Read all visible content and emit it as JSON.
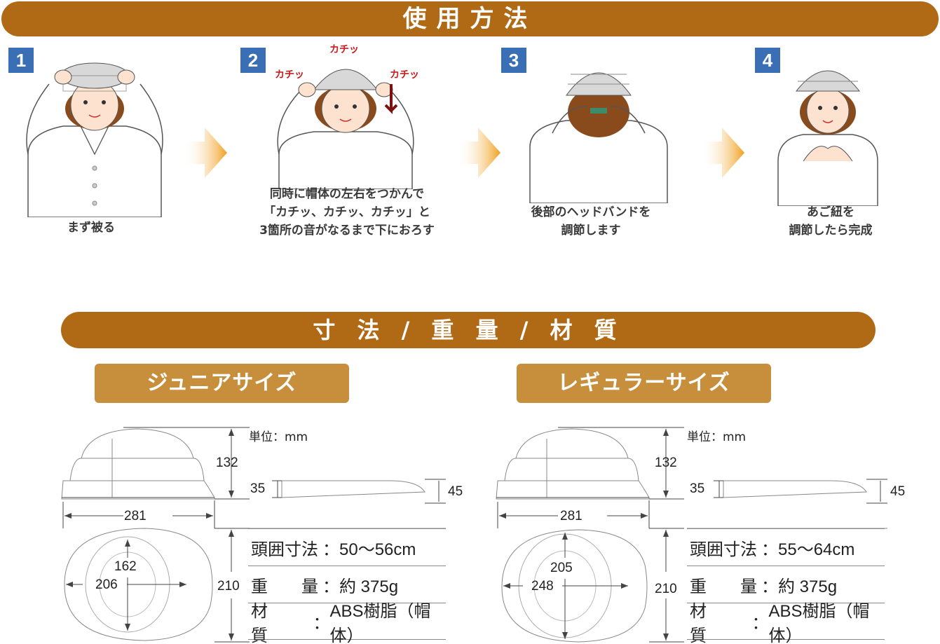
{
  "usage": {
    "title": "使用方法",
    "steps": [
      {
        "num": "1",
        "caption": "まず被る"
      },
      {
        "num": "2",
        "caption": "同時に帽体の左右をつかんで\n「カチッ、カチッ、カチッ」と\n3箇所の音がなるまで下におろす"
      },
      {
        "num": "3",
        "caption": "後部のヘッドバンドを\n調節します"
      },
      {
        "num": "4",
        "caption": "あご紐を\n調節したら完成"
      }
    ],
    "click_sound": "カチッ"
  },
  "specs": {
    "title": "寸 法 / 重 量 / 材 質",
    "unit": "単位：mm",
    "junior": {
      "label": "ジュニアサイズ",
      "height": "132",
      "fold": "35",
      "fold_brim": "45",
      "length": "281",
      "depth": "210",
      "inner_len": "162",
      "inner_w": "206",
      "rows": [
        {
          "key": "頭囲寸法",
          "value": "50〜56cm"
        },
        {
          "key": "重　　量",
          "value": "約 375g"
        },
        {
          "key": "材　　質",
          "value": "ABS樹脂（帽体）"
        }
      ]
    },
    "regular": {
      "label": "レギュラーサイズ",
      "height": "132",
      "fold": "35",
      "fold_brim": "45",
      "length": "281",
      "depth": "210",
      "inner_len": "205",
      "inner_w": "248",
      "rows": [
        {
          "key": "頭囲寸法",
          "value": "55〜64cm"
        },
        {
          "key": "重　　量",
          "value": "約 375g"
        },
        {
          "key": "材　　質",
          "value": "ABS樹脂（帽体）"
        }
      ]
    }
  },
  "colors": {
    "banner": "#b06a16",
    "badge": "#3a6fb5",
    "size_label": "#c78f3c",
    "arrow": "#f0a020"
  }
}
